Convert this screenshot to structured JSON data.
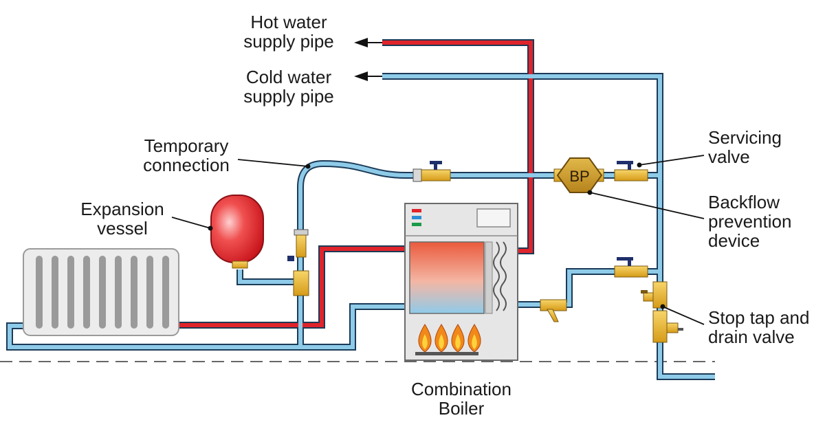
{
  "labels": {
    "hot_water": [
      "Hot water",
      "supply pipe"
    ],
    "cold_water": [
      "Cold water",
      "supply pipe"
    ],
    "temporary": [
      "Temporary",
      "connection"
    ],
    "expansion": [
      "Expansion",
      "vessel"
    ],
    "servicing": [
      "Servicing",
      "valve"
    ],
    "backflow": [
      "Backflow",
      "prevention",
      "device"
    ],
    "stop_tap": [
      "Stop tap and",
      "drain valve"
    ],
    "boiler": [
      "Combination",
      "Boiler"
    ],
    "bp_text": "BP"
  },
  "colors": {
    "hot_pipe": "#e0242b",
    "cold_pipe": "#8ecbe8",
    "pipe_outline": "#1b3a57",
    "brass": "#f2c13a",
    "boiler_body": "#e6e6e6",
    "flame_outer": "#f0881a",
    "flame_inner": "#ffd23c",
    "radiator": "#ececec"
  }
}
